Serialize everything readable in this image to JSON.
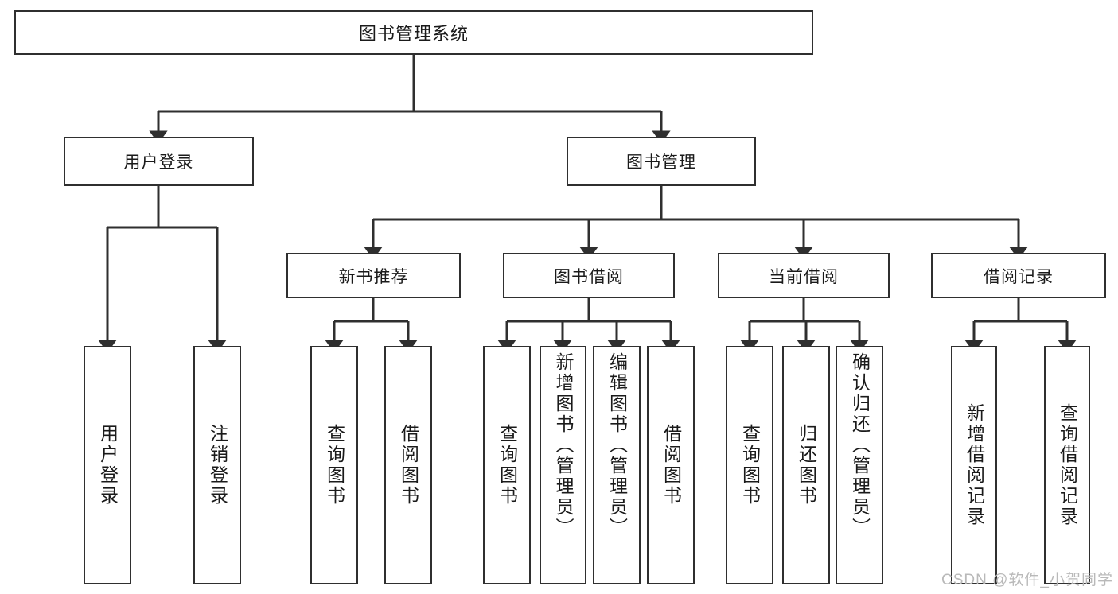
{
  "diagram": {
    "title": "图书管理系统",
    "watermark": "CSDN @软件_小贺同学",
    "colors": {
      "stroke": "#2f2f2f",
      "fill": "#ffffff",
      "text": "#1a1a1a",
      "watermark": "#b9b9b9"
    },
    "root": {
      "label": "图书管理系统"
    },
    "level2": [
      {
        "label": "用户登录"
      },
      {
        "label": "图书管理"
      }
    ],
    "level3": [
      {
        "label": "新书推荐"
      },
      {
        "label": "图书借阅"
      },
      {
        "label": "当前借阅"
      },
      {
        "label": "借阅记录"
      }
    ],
    "leaves": {
      "user_login": [
        {
          "label": "用户登录"
        },
        {
          "label": "注销登录"
        }
      ],
      "new_book_recommend": [
        {
          "label": "查询图书"
        },
        {
          "label": "借阅图书"
        }
      ],
      "book_borrow": [
        {
          "label": "查询图书"
        },
        {
          "label": "新增图书（管理员）"
        },
        {
          "label": "编辑图书（管理员）"
        },
        {
          "label": "借阅图书"
        }
      ],
      "current_borrow": [
        {
          "label": "查询图书"
        },
        {
          "label": "归还图书"
        },
        {
          "label": "确认归还（管理员）"
        }
      ],
      "borrow_records": [
        {
          "label": "新增借阅记录"
        },
        {
          "label": "查询借阅记录"
        }
      ]
    }
  },
  "chart_data": {
    "type": "diagram",
    "subtype": "tree-hierarchy",
    "title": "图书管理系统",
    "orientation": "top-down",
    "nodes": [
      {
        "id": "root",
        "label": "图书管理系统",
        "level": 0,
        "parent": null
      },
      {
        "id": "l2-1",
        "label": "用户登录",
        "level": 1,
        "parent": "root"
      },
      {
        "id": "l2-2",
        "label": "图书管理",
        "level": 1,
        "parent": "root"
      },
      {
        "id": "leaf-1",
        "label": "用户登录",
        "level": 2,
        "parent": "l2-1"
      },
      {
        "id": "leaf-2",
        "label": "注销登录",
        "level": 2,
        "parent": "l2-1"
      },
      {
        "id": "l3-1",
        "label": "新书推荐",
        "level": 2,
        "parent": "l2-2"
      },
      {
        "id": "l3-2",
        "label": "图书借阅",
        "level": 2,
        "parent": "l2-2"
      },
      {
        "id": "l3-3",
        "label": "当前借阅",
        "level": 2,
        "parent": "l2-2"
      },
      {
        "id": "l3-4",
        "label": "借阅记录",
        "level": 2,
        "parent": "l2-2"
      },
      {
        "id": "leaf-3",
        "label": "查询图书",
        "level": 3,
        "parent": "l3-1"
      },
      {
        "id": "leaf-4",
        "label": "借阅图书",
        "level": 3,
        "parent": "l3-1"
      },
      {
        "id": "leaf-5",
        "label": "查询图书",
        "level": 3,
        "parent": "l3-2"
      },
      {
        "id": "leaf-6",
        "label": "新增图书（管理员）",
        "level": 3,
        "parent": "l3-2"
      },
      {
        "id": "leaf-7",
        "label": "编辑图书（管理员）",
        "level": 3,
        "parent": "l3-2"
      },
      {
        "id": "leaf-8",
        "label": "借阅图书",
        "level": 3,
        "parent": "l3-2"
      },
      {
        "id": "leaf-9",
        "label": "查询图书",
        "level": 3,
        "parent": "l3-3"
      },
      {
        "id": "leaf-10",
        "label": "归还图书",
        "level": 3,
        "parent": "l3-3"
      },
      {
        "id": "leaf-11",
        "label": "确认归还（管理员）",
        "level": 3,
        "parent": "l3-3"
      },
      {
        "id": "leaf-12",
        "label": "新增借阅记录",
        "level": 3,
        "parent": "l3-4"
      },
      {
        "id": "leaf-13",
        "label": "查询借阅记录",
        "level": 3,
        "parent": "l3-4"
      }
    ]
  }
}
